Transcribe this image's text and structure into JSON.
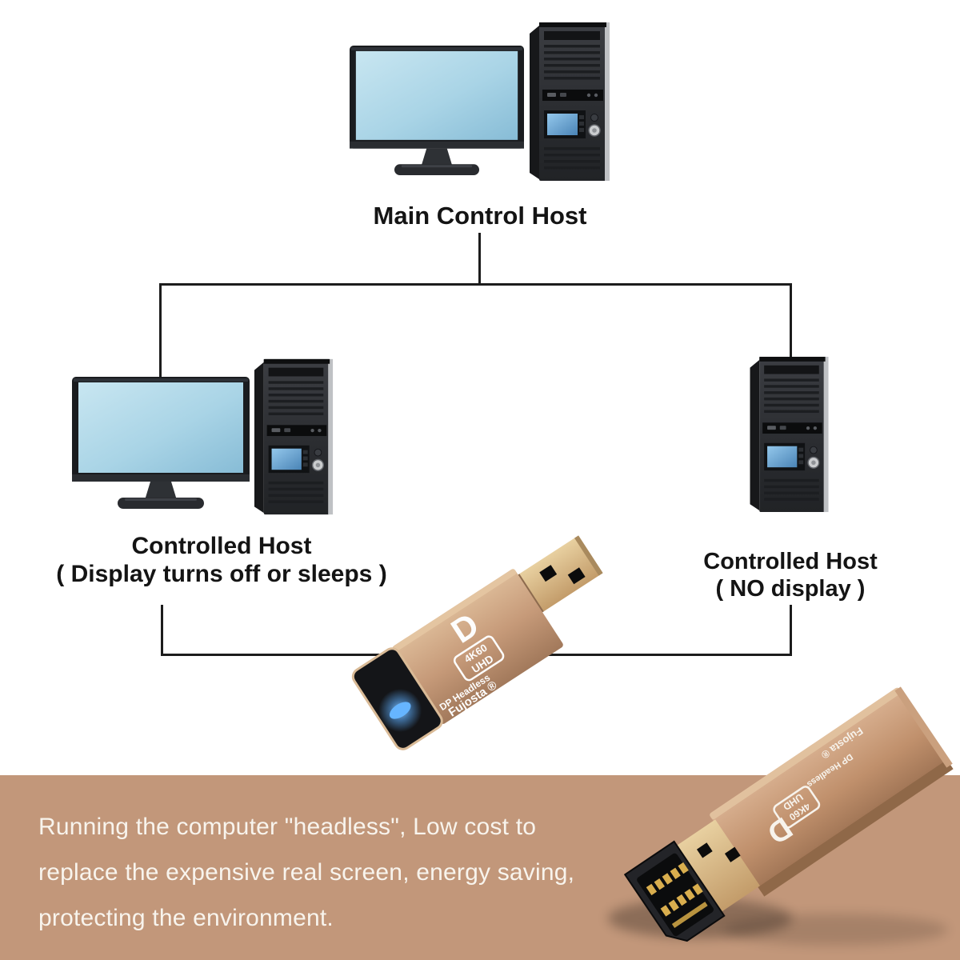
{
  "page": {
    "background": "#ffffff"
  },
  "diagram": {
    "main_host": {
      "label": "Main Control Host"
    },
    "left_host": {
      "label": "Controlled Host",
      "sublabel": "( Display turns off or sleeps )"
    },
    "right_host": {
      "label": "Controlled Host",
      "sublabel": "( NO display )"
    }
  },
  "adapter": {
    "dp_logo": "D",
    "badge_line1": "4K60",
    "badge_line2": "UHD",
    "model": "DP Headless",
    "brand": "Fujosta ®",
    "body_color": "#c79a78",
    "plug_color": "#d8b888",
    "led_color": "#5db2ff"
  },
  "banner": {
    "background_color": "#c2977a",
    "text_color": "#f8f4ed",
    "line1": "Running the computer \"headless\", Low cost to",
    "line2": "replace the expensive real screen, energy saving,",
    "line3": "protecting the environment."
  }
}
